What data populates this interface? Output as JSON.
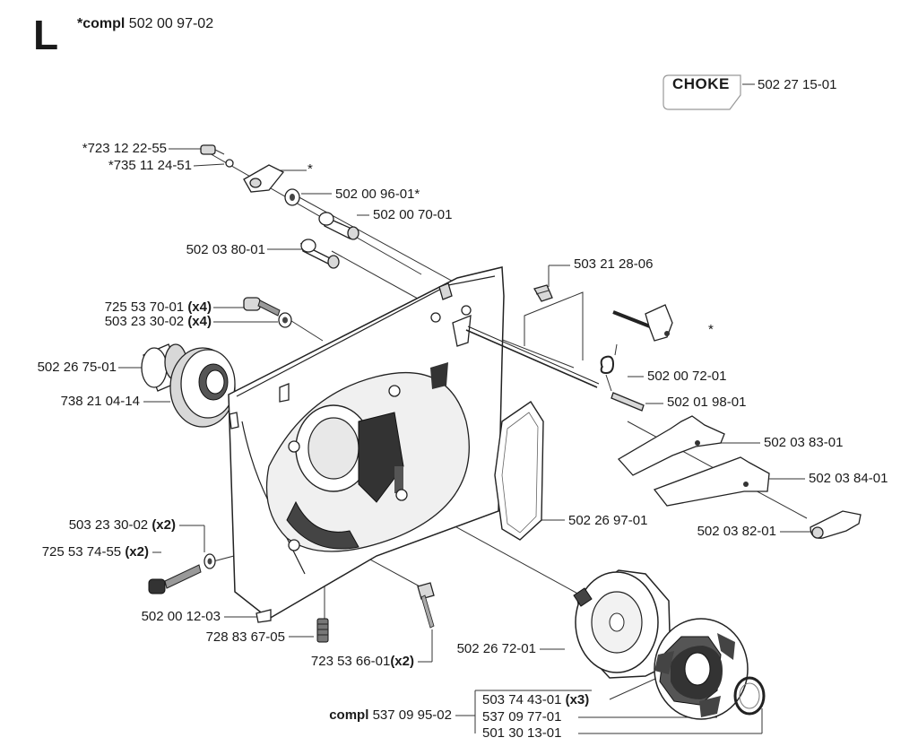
{
  "section_letter": "L",
  "compl_top": {
    "prefix": "*compl",
    "number": "502 00 97-02"
  },
  "choke": {
    "label": "CHOKE",
    "number": "502 27 15-01"
  },
  "parts": [
    {
      "id": "p01",
      "number": "*723 12 22-55",
      "qty": ""
    },
    {
      "id": "p02",
      "number": "*735 11 24-51",
      "qty": ""
    },
    {
      "id": "p03",
      "number": "502 00 96-01*",
      "qty": ""
    },
    {
      "id": "p04",
      "number": "502 00 70-01",
      "qty": ""
    },
    {
      "id": "p05",
      "number": "502 03 80-01",
      "qty": ""
    },
    {
      "id": "p06",
      "number": "503 21 28-06",
      "qty": ""
    },
    {
      "id": "p07",
      "number": "725 53 70-01",
      "qty": "(x4)"
    },
    {
      "id": "p08",
      "number": "503 23 30-02",
      "qty": "(x4)"
    },
    {
      "id": "p09",
      "number": "502 26 75-01",
      "qty": ""
    },
    {
      "id": "p10",
      "number": "738 21 04-14",
      "qty": ""
    },
    {
      "id": "p11",
      "number": "502 00 72-01",
      "qty": ""
    },
    {
      "id": "p12",
      "number": "502 01 98-01",
      "qty": ""
    },
    {
      "id": "p13",
      "number": "502 03 83-01",
      "qty": ""
    },
    {
      "id": "p14",
      "number": "502 03 84-01",
      "qty": ""
    },
    {
      "id": "p15",
      "number": "502 26 97-01",
      "qty": ""
    },
    {
      "id": "p16",
      "number": "502 03 82-01",
      "qty": ""
    },
    {
      "id": "p17",
      "number": "503 23 30-02",
      "qty": "(x2)"
    },
    {
      "id": "p18",
      "number": "725 53 74-55",
      "qty": "(x2)"
    },
    {
      "id": "p19",
      "number": "502 00 12-03",
      "qty": ""
    },
    {
      "id": "p20",
      "number": "728 83 67-05",
      "qty": ""
    },
    {
      "id": "p21",
      "number": "723 53 66-01",
      "qty": "(x2)"
    },
    {
      "id": "p22",
      "number": "502 26 72-01",
      "qty": ""
    },
    {
      "id": "p23",
      "number": "503 74 43-01",
      "qty": "(x3)"
    },
    {
      "id": "p24",
      "number": "537 09 77-01",
      "qty": ""
    },
    {
      "id": "p25",
      "number": "501 30 13-01",
      "qty": ""
    }
  ],
  "compl_bottom": {
    "prefix": "compl",
    "number": "537 09 95-02"
  },
  "asterisk_marks": [
    "*",
    "*"
  ]
}
